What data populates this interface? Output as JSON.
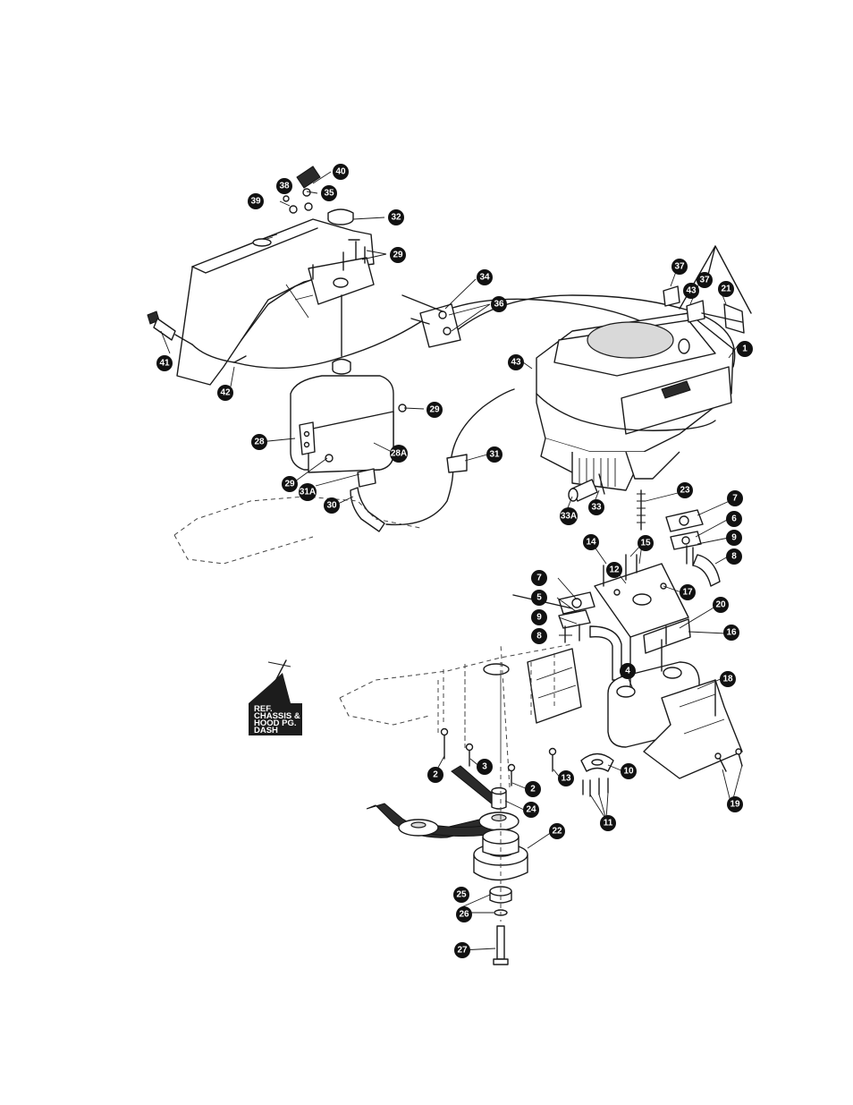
{
  "callouts": [
    {
      "id": "c38",
      "label": "38"
    },
    {
      "id": "c40",
      "label": "40"
    },
    {
      "id": "c39",
      "label": "39"
    },
    {
      "id": "c35",
      "label": "35"
    },
    {
      "id": "c32",
      "label": "32"
    },
    {
      "id": "c29a",
      "label": "29"
    },
    {
      "id": "c34",
      "label": "34"
    },
    {
      "id": "c36",
      "label": "36"
    },
    {
      "id": "c41",
      "label": "41"
    },
    {
      "id": "c42",
      "label": "42"
    },
    {
      "id": "c29b",
      "label": "29"
    },
    {
      "id": "c28",
      "label": "28"
    },
    {
      "id": "c28a",
      "label": "28A"
    },
    {
      "id": "c29c",
      "label": "29"
    },
    {
      "id": "c31a",
      "label": "31A"
    },
    {
      "id": "c30",
      "label": "30"
    },
    {
      "id": "c31",
      "label": "31"
    },
    {
      "id": "c43a",
      "label": "43"
    },
    {
      "id": "c37a",
      "label": "37"
    },
    {
      "id": "c37b",
      "label": "37"
    },
    {
      "id": "c43b",
      "label": "43"
    },
    {
      "id": "c21",
      "label": "21"
    },
    {
      "id": "c1",
      "label": "1"
    },
    {
      "id": "c33a",
      "label": "33A"
    },
    {
      "id": "c33",
      "label": "33"
    },
    {
      "id": "c23",
      "label": "23"
    },
    {
      "id": "c7a",
      "label": "7"
    },
    {
      "id": "c6a",
      "label": "6"
    },
    {
      "id": "c9a",
      "label": "9"
    },
    {
      "id": "c8a",
      "label": "8"
    },
    {
      "id": "c14",
      "label": "14"
    },
    {
      "id": "c15",
      "label": "15"
    },
    {
      "id": "c12",
      "label": "12"
    },
    {
      "id": "c17",
      "label": "17"
    },
    {
      "id": "c7b",
      "label": "7"
    },
    {
      "id": "c5",
      "label": "5"
    },
    {
      "id": "c9b",
      "label": "9"
    },
    {
      "id": "c8b",
      "label": "8"
    },
    {
      "id": "c20",
      "label": "20"
    },
    {
      "id": "c16",
      "label": "16"
    },
    {
      "id": "c4",
      "label": "4"
    },
    {
      "id": "c18",
      "label": "18"
    },
    {
      "id": "c2a",
      "label": "2"
    },
    {
      "id": "c3",
      "label": "3"
    },
    {
      "id": "c2b",
      "label": "2"
    },
    {
      "id": "c13",
      "label": "13"
    },
    {
      "id": "c10",
      "label": "10"
    },
    {
      "id": "c19",
      "label": "19"
    },
    {
      "id": "c24",
      "label": "24"
    },
    {
      "id": "c11",
      "label": "11"
    },
    {
      "id": "c22",
      "label": "22"
    },
    {
      "id": "c25",
      "label": "25"
    },
    {
      "id": "c26",
      "label": "26"
    },
    {
      "id": "c27",
      "label": "27"
    }
  ],
  "reference_box": {
    "lines": [
      "REF.",
      "CHASSIS &",
      "HOOD PG.",
      "DASH"
    ]
  }
}
